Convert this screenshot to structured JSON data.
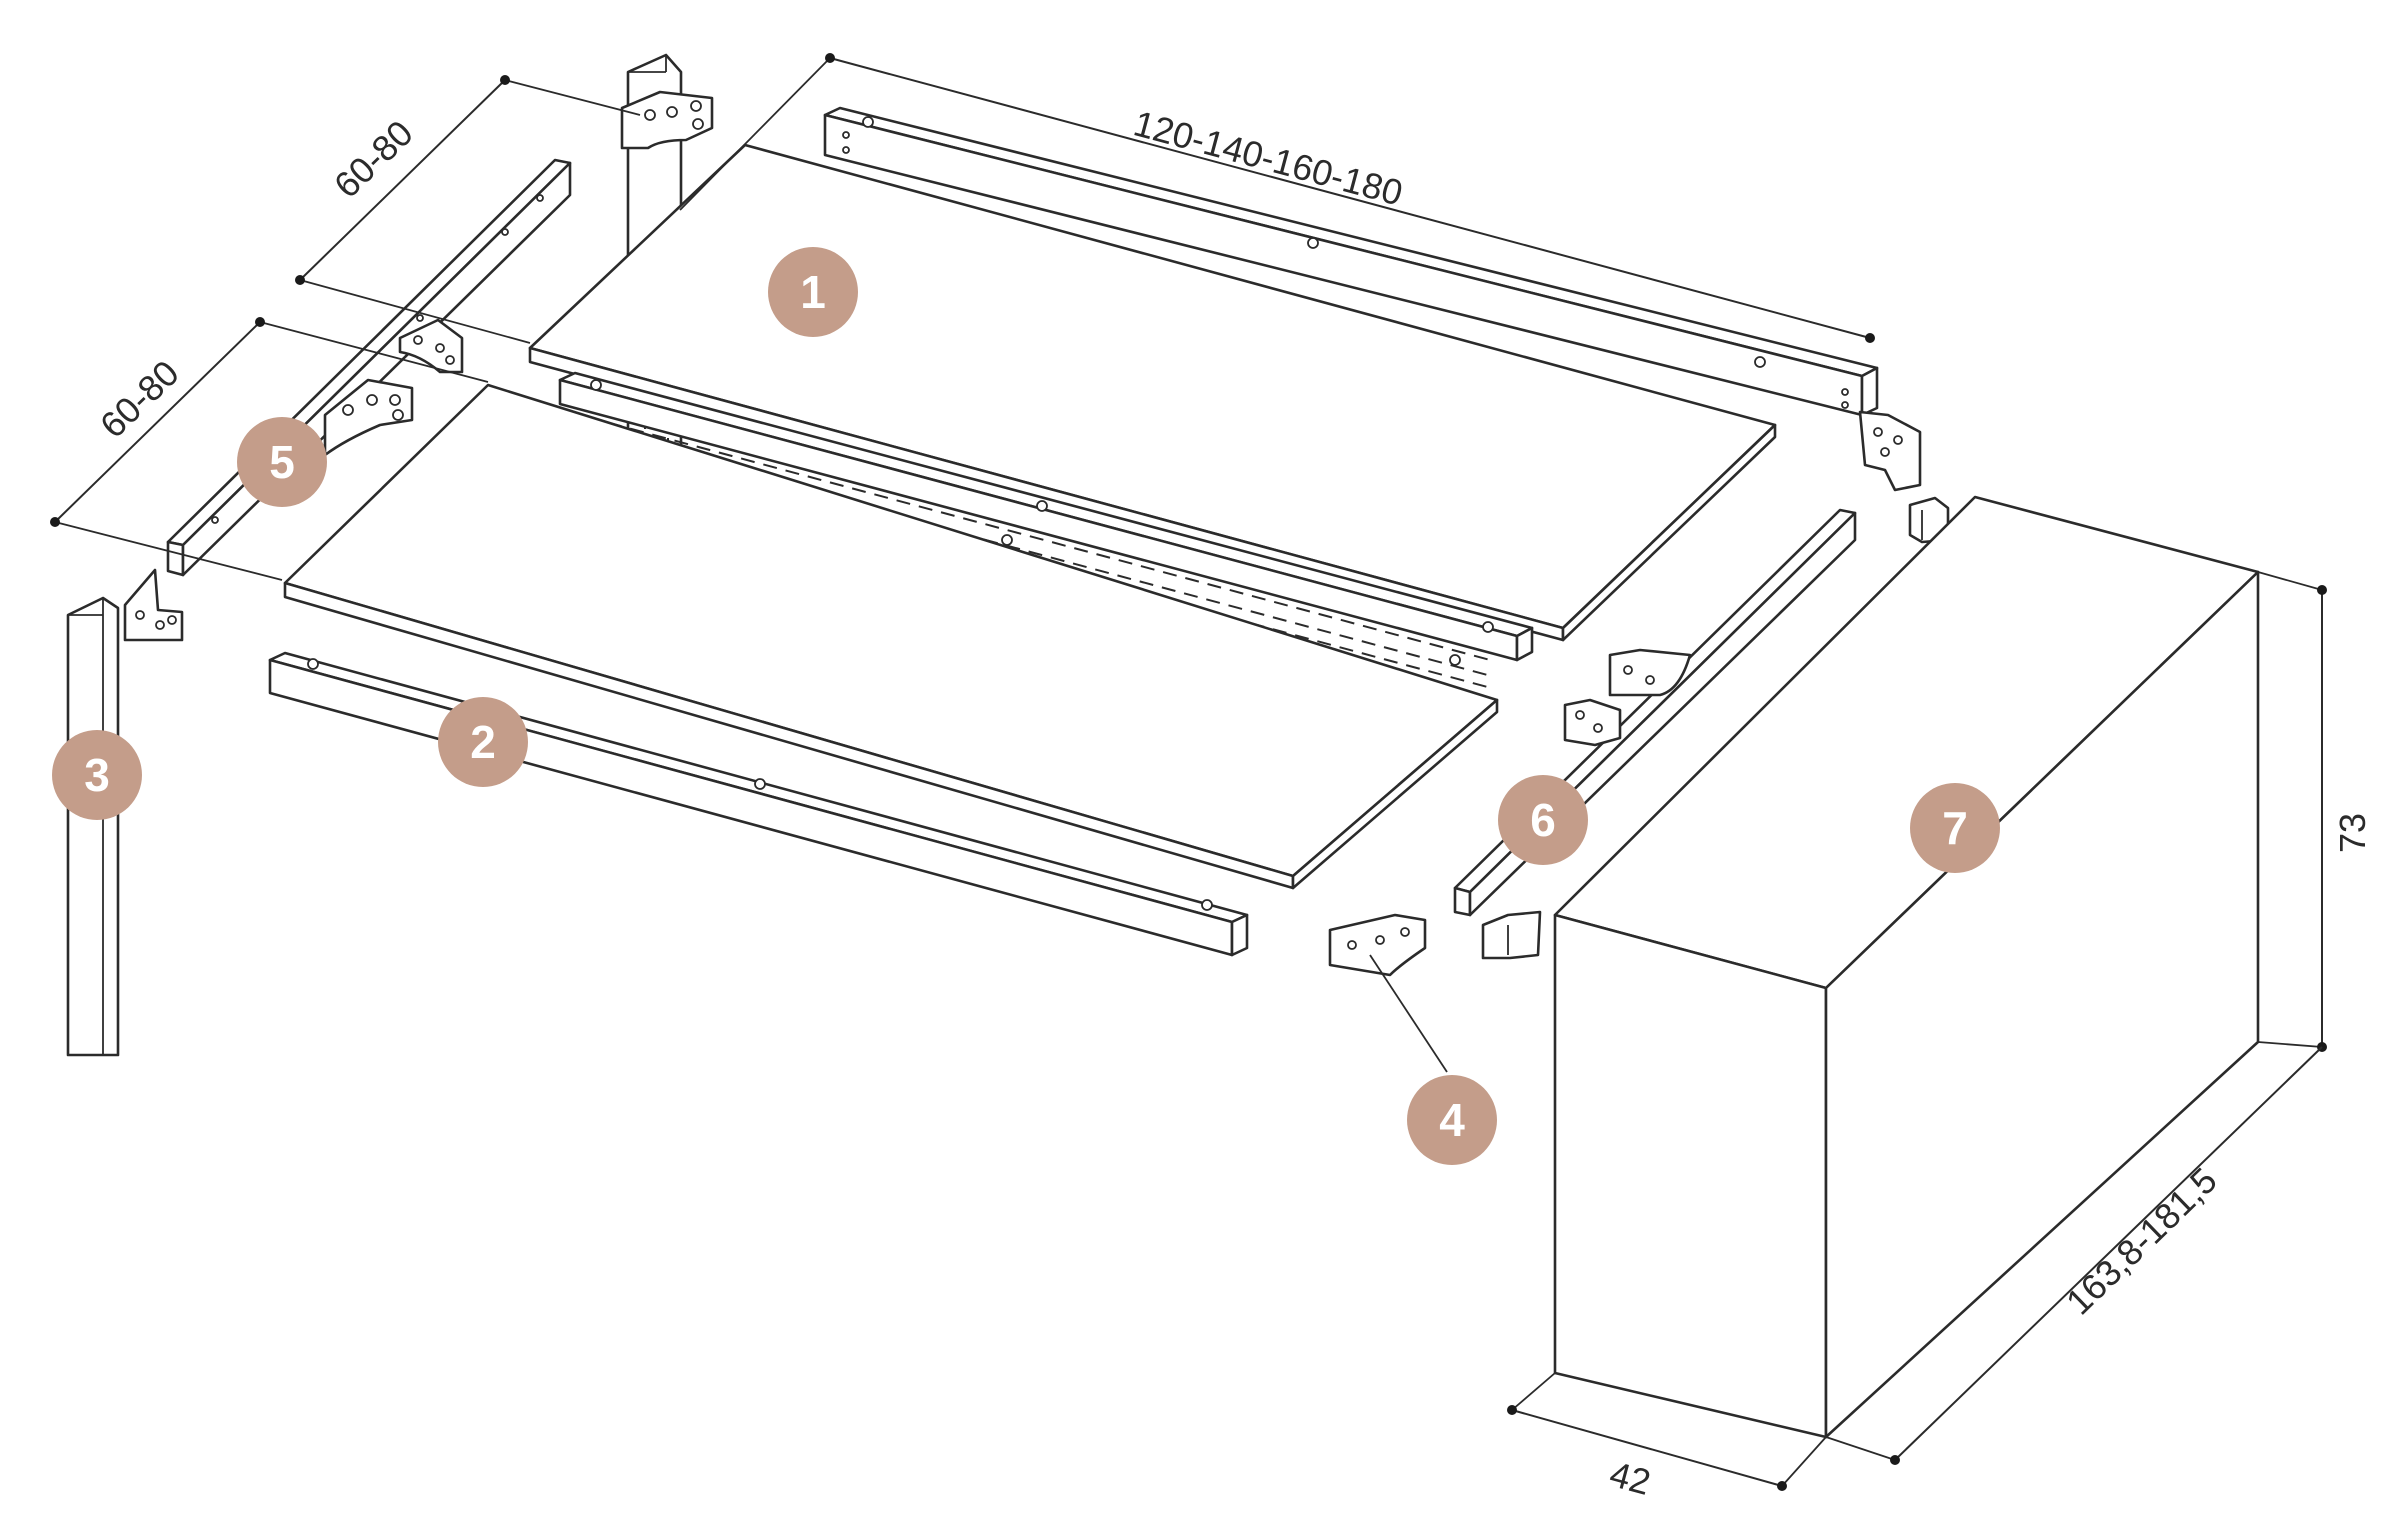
{
  "colors": {
    "badge": "#c49d8a",
    "line": "#2b2b2b",
    "background": "#ffffff"
  },
  "dimensions": {
    "length": "120-140-160-180",
    "depth_top": "60-80",
    "depth_front": "60-80",
    "height": "73",
    "width": "42",
    "length_closed": "163,8-181,5"
  },
  "parts": [
    {
      "number": "1"
    },
    {
      "number": "2"
    },
    {
      "number": "3"
    },
    {
      "number": "4"
    },
    {
      "number": "5"
    },
    {
      "number": "6"
    },
    {
      "number": "7"
    }
  ]
}
